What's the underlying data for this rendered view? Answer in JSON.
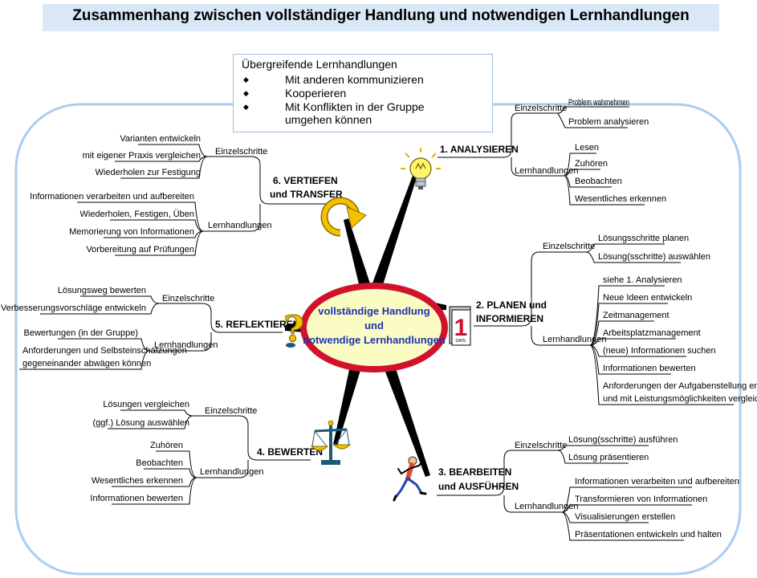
{
  "title": "Zusammenhang zwischen vollständiger Handlung und notwendigen Lernhandlungen",
  "overarching": {
    "title": "Übergreifende Lernhandlungen",
    "items": [
      "Mit anderen kommunizieren",
      "Kooperieren",
      "Mit Konflikten in der Gruppe",
      "umgehen können"
    ]
  },
  "center": {
    "line1": "vollständige Handlung",
    "line2": "und",
    "line3": "notwendige Lernhandlungen"
  },
  "labels": {
    "einzel": "Einzelschritte",
    "lern": "Lernhandlungen"
  },
  "branches": {
    "analysieren": {
      "title": "1. ANALYSIEREN",
      "einzel": [
        "Problem wahrnehmen",
        "Problem analysieren"
      ],
      "lern": [
        "Lesen",
        "Zuhören",
        "Beobachten",
        "Wesentliches erkennen"
      ]
    },
    "planen": {
      "title_line1": "2. PLANEN und",
      "title_line2": "INFORMIEREN",
      "einzel": [
        "Lösungsschritte planen",
        "Lösung(sschritte) auswählen"
      ],
      "lern": [
        "siehe 1. Analysieren",
        "Neue Ideen entwickeln",
        "Zeitmanagement",
        "Arbeitsplatzmanagement",
        "(neue) Informationen suchen",
        "Informationen bewerten",
        "Anforderungen der Aufgabenstellung erkennen",
        "und mit Leistungsmöglichkeiten vergleichen"
      ]
    },
    "bearbeiten": {
      "title_line1": "3. BEARBEITEN",
      "title_line2": "und AUSFÜHREN",
      "einzel": [
        "Lösung(sschritte) ausführen",
        "Lösung präsentieren"
      ],
      "lern": [
        "Informationen verarbeiten und aufbereiten",
        "Transformieren von Informationen",
        "Visualisierungen erstellen",
        "Präsentationen entwickeln und halten"
      ]
    },
    "bewerten": {
      "title": "4. BEWERTEN",
      "einzel": [
        "Lösungen vergleichen",
        "(ggf.) Lösung auswählen"
      ],
      "lern": [
        "Zuhören",
        "Beobachten",
        "Wesentliches erkennen",
        "Informationen bewerten"
      ]
    },
    "reflektieren": {
      "title": "5. REFLEKTIEREN",
      "einzel": [
        "Lösungsweg bewerten",
        "Verbesserungsvorschläge entwickeln"
      ],
      "lern": [
        "Bewertungen (in der Gruppe)",
        "Anforderungen und Selbsteinschätzungen",
        "gegeneinander abwägen können"
      ]
    },
    "vertiefen": {
      "title_line1": "6. VERTIEFEN",
      "title_line2": "und TRANSFER",
      "einzel": [
        "Varianten entwickeln",
        "mit eigener Praxis vergleichen",
        "Wiederholen zur Festigung"
      ],
      "lern": [
        "Informationen verarbeiten und aufbereiten",
        "Wiederholen, Festigen, Üben",
        "Memorierung von Informationen",
        "Vorbereitung auf Prüfungen"
      ]
    }
  },
  "calendar_number": "1",
  "calendar_caption": "DATE",
  "colors": {
    "title_bg": "#d9e7f6",
    "frame": "#a9cdf2",
    "ellipse_ring": "#d2112b",
    "ellipse_fill": "#fbfbc4",
    "center_text": "#1d33b0",
    "spoke": "#000000"
  }
}
